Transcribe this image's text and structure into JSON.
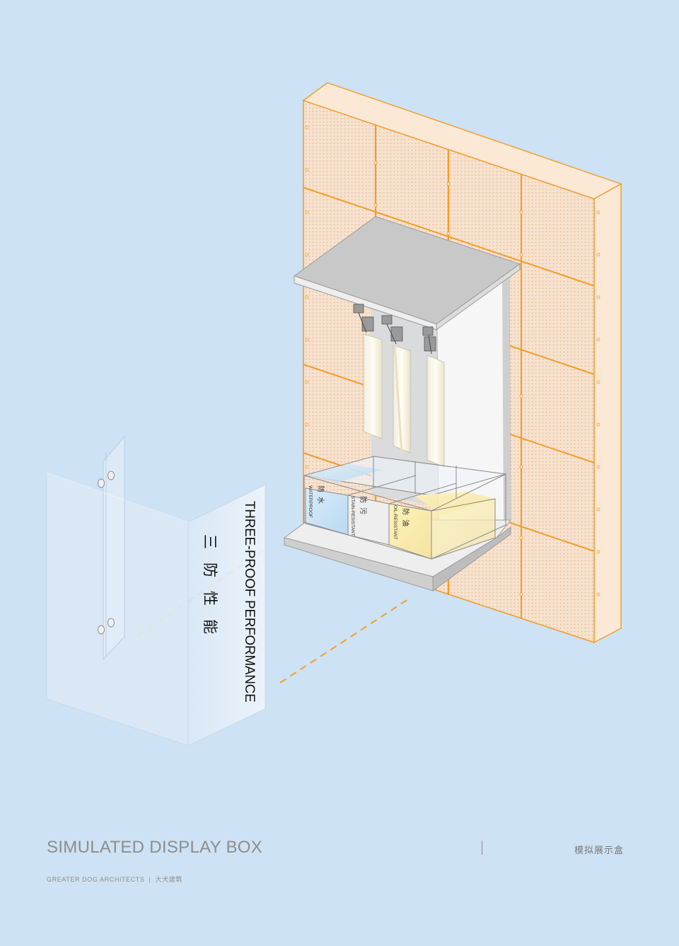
{
  "labels": {
    "banner_en": "THREE-PROOF PERFORMANCE",
    "banner_cn": "三防性能",
    "compartments": [
      {
        "cn": "防水",
        "en": "WATERPROOF"
      },
      {
        "cn": "防污",
        "en": "STAIN-RESISTANT"
      },
      {
        "cn": "防油",
        "en": "OIL-RESISTANT"
      }
    ]
  },
  "footer": {
    "title": "SIMULATED DISPLAY BOX",
    "title_cn": "模拟展示盒",
    "studio": "GREATER DOG ARCHITECTS",
    "separator": "|",
    "studio_cn": "大犬建筑"
  },
  "colors": {
    "background": "#cde2f4",
    "wall_orange": "#f39c2b",
    "wall_fill": "#f6e0cc",
    "shelf_grey": "#d6d6d6",
    "dashed": "#f0a12a"
  }
}
